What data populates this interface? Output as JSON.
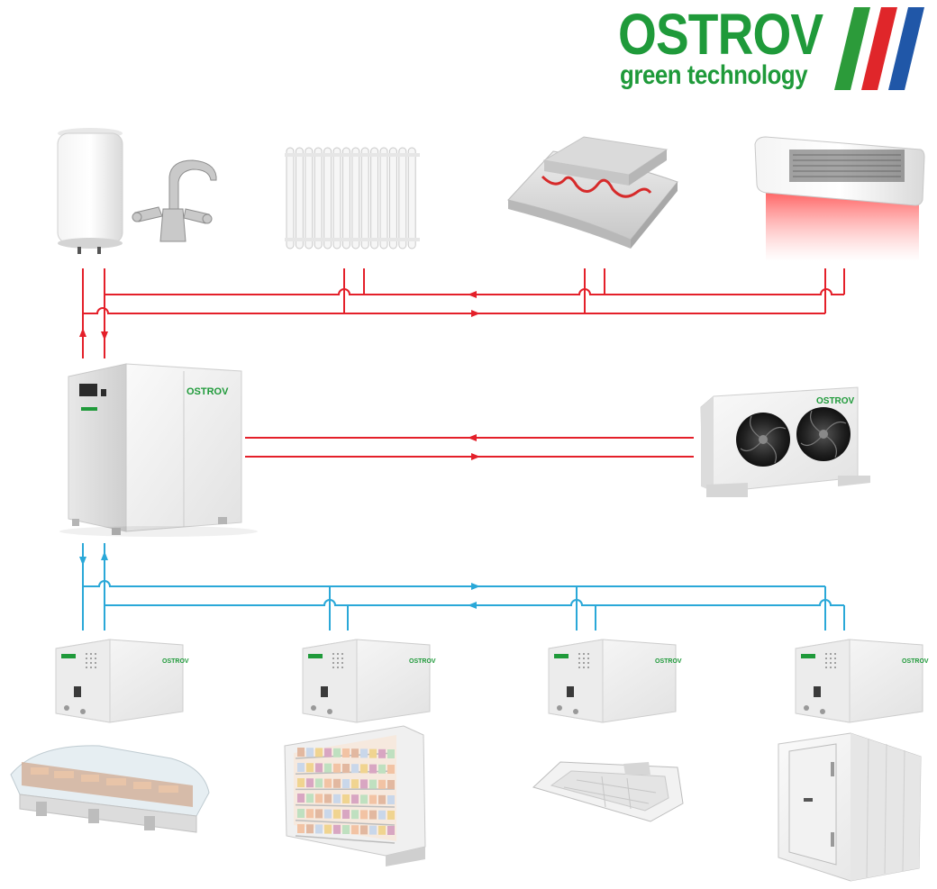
{
  "brand": {
    "name": "OSTROV",
    "tagline": "green technology",
    "stripe_colors": [
      "#2c9b3a",
      "#e0262a",
      "#2057a8"
    ]
  },
  "unit_logo_text": "OSTROV",
  "colors": {
    "hot_circuit": "#e4202a",
    "cold_circuit": "#2aa8d8",
    "brand_green": "#1f9a3a"
  },
  "devices": {
    "heat_sources": [
      "water-heater",
      "radiator",
      "underfloor-heating",
      "air-curtain"
    ],
    "central": [
      "heat-pump-unit",
      "dry-cooler"
    ],
    "cooling_units": [
      "refrigeration-unit-1",
      "refrigeration-unit-2",
      "refrigeration-unit-3",
      "refrigeration-unit-4"
    ],
    "consumers": [
      "display-counter",
      "multideck-showcase",
      "cassette-ac",
      "cold-room"
    ]
  }
}
